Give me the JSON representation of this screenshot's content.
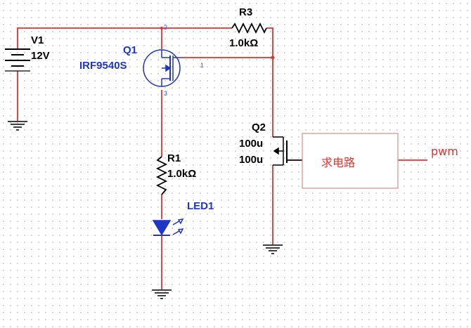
{
  "components": {
    "v1": {
      "ref": "V1",
      "value": "12V"
    },
    "q1": {
      "ref": "Q1",
      "part": "IRF9540S",
      "pin_gate": "1",
      "pin_source": "2",
      "pin_drain": "3"
    },
    "r3": {
      "ref": "R3",
      "value": "1.0kΩ"
    },
    "q2": {
      "ref": "Q2",
      "w": "100u",
      "l": "100u"
    },
    "r1": {
      "ref": "R1",
      "value": "1.0kΩ"
    },
    "led1": {
      "ref": "LED1"
    },
    "block": {
      "label": "求电路"
    },
    "pwm": {
      "label": "pwm"
    }
  },
  "colors": {
    "wire": "#e8302c",
    "component": "#000000",
    "transistor": "#1f35c9",
    "led": "#1f35c9",
    "block_border": "#d98a8a",
    "grid": "#c8c8c8"
  }
}
